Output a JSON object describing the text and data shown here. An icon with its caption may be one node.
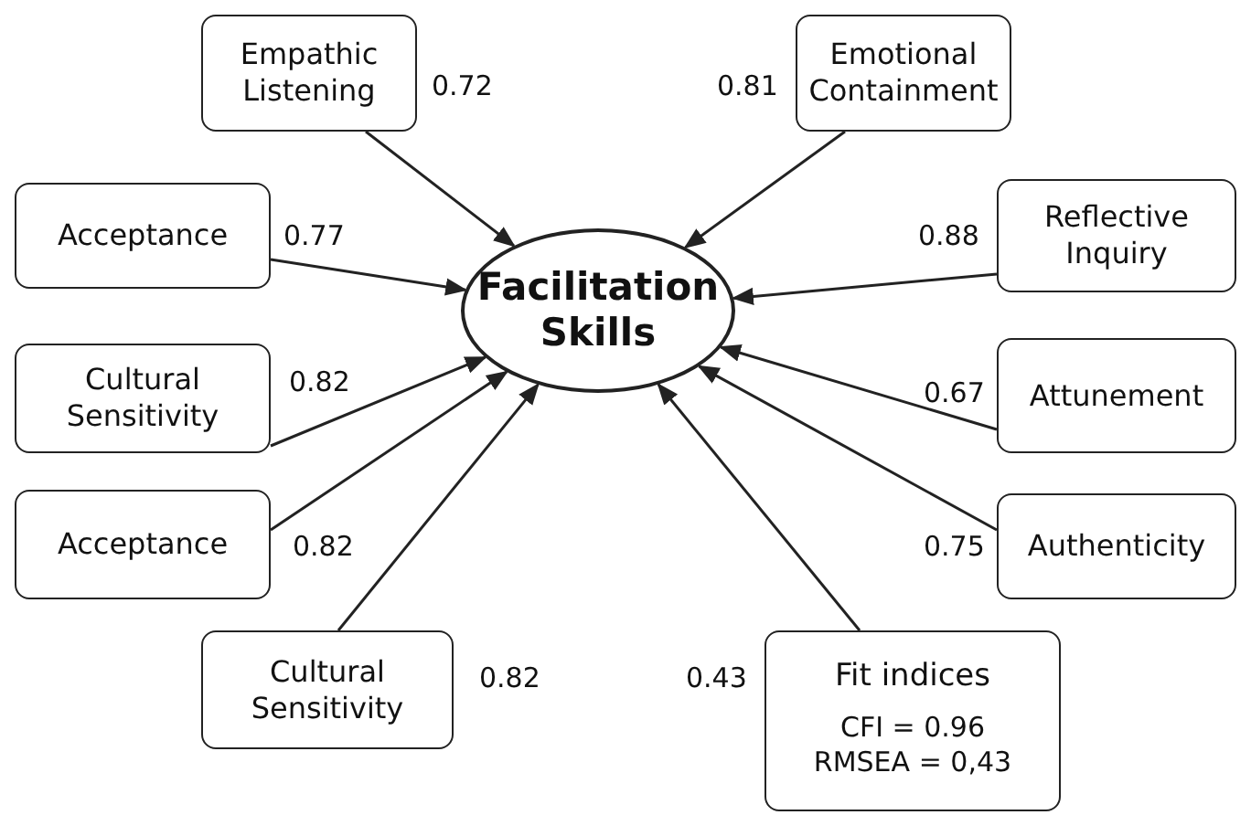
{
  "diagram": {
    "nodes": [
      {
        "text": [
          "Empathic Listening"
        ],
        "beside": [
          "0.72"
        ]
      },
      {
        "text": [
          "Emotional Containment"
        ],
        "beside": [
          "0.81"
        ]
      },
      {
        "text": [
          "Acceptance"
        ],
        "beside": [
          "0.77"
        ]
      },
      {
        "text": [
          "Reflective Inquiry"
        ],
        "beside": [
          "0.88"
        ]
      },
      {
        "text": [
          "Facilitation Skills"
        ]
      },
      {
        "text": [
          "Cultural Sensitivity"
        ],
        "beside": [
          "0.82"
        ]
      },
      {
        "text": [
          "Attunement"
        ],
        "beside": [
          "0.67"
        ]
      },
      {
        "text": [
          "Acceptance"
        ],
        "beside": [
          "0.82"
        ]
      },
      {
        "text": [
          "Authenticity"
        ],
        "beside": [
          "0.75"
        ]
      },
      {
        "text": [
          "Cultural Sensitivity"
        ],
        "beside": [
          "0.82"
        ]
      },
      {
        "text": [
          "Fit indices",
          "CFI = 0.96",
          "RMSEA = 0,43"
        ],
        "beside": [
          "0.43"
        ]
      }
    ],
    "edges": [
      {
        "from": 0,
        "to": 4,
        "arrow": "to"
      },
      {
        "from": 1,
        "to": 4,
        "arrow": "to"
      },
      {
        "from": 2,
        "to": 4,
        "arrow": "to"
      },
      {
        "from": 3,
        "to": 4,
        "arrow": "to"
      },
      {
        "from": 5,
        "to": 4,
        "arrow": "to"
      },
      {
        "from": 6,
        "to": 4,
        "arrow": "to"
      },
      {
        "from": 7,
        "to": 4,
        "arrow": "to"
      },
      {
        "from": 8,
        "to": 4,
        "arrow": "to"
      },
      {
        "from": 9,
        "to": 4,
        "arrow": "to"
      },
      {
        "from": 10,
        "to": 4,
        "arrow": "to"
      }
    ]
  }
}
